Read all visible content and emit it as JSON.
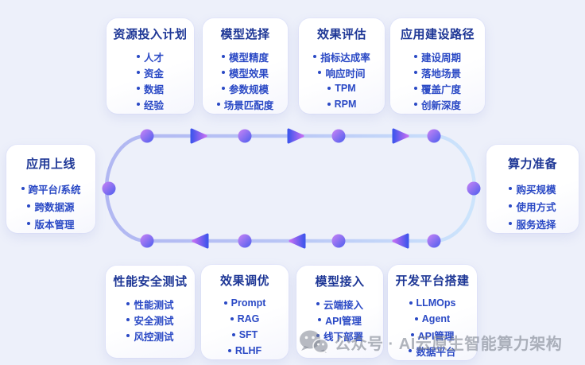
{
  "colors": {
    "background": "#edf0fa",
    "card_title": "#1e3796",
    "card_item": "#2a49c5",
    "loop_left": "#b1b7f2",
    "loop_mid": "#b8c4f5",
    "loop_right": "#cde5fc",
    "node_purple": "#cb84f5",
    "node_blue": "#4b5eee",
    "arrow_blue": "#3f55ec",
    "arrow_purple": "#c26ef3"
  },
  "cards": {
    "top": [
      {
        "title": "资源投入计划",
        "items": [
          "人才",
          "资金",
          "数据",
          "经验"
        ]
      },
      {
        "title": "模型选择",
        "items": [
          "模型精度",
          "模型效果",
          "参数规模",
          "场景匹配度"
        ]
      },
      {
        "title": "效果评估",
        "items": [
          "指标达成率",
          "响应时间",
          "TPM",
          "RPM"
        ]
      },
      {
        "title": "应用建设路径",
        "items": [
          "建设周期",
          "落地场景",
          "覆盖广度",
          "创新深度"
        ]
      }
    ],
    "left": {
      "title": "应用上线",
      "items": [
        "跨平台/系统",
        "跨数据源",
        "版本管理"
      ]
    },
    "right": {
      "title": "算力准备",
      "items": [
        "购买规模",
        "使用方式",
        "服务选择"
      ]
    },
    "bottom": [
      {
        "title": "性能安全测试",
        "items": [
          "性能测试",
          "安全测试",
          "风控测试"
        ]
      },
      {
        "title": "效果调优",
        "items": [
          "Prompt",
          "RAG",
          "SFT",
          "RLHF"
        ]
      },
      {
        "title": "模型接入",
        "items": [
          "云端接入",
          "API管理",
          "线下部署"
        ]
      },
      {
        "title": "开发平台搭建",
        "items": [
          "LLMOps",
          "Agent",
          "API管理",
          "数据平台"
        ]
      }
    ]
  },
  "watermark": {
    "text": "公众号 · AI云原生智能算力架构",
    "icon": "wechat-icon"
  }
}
